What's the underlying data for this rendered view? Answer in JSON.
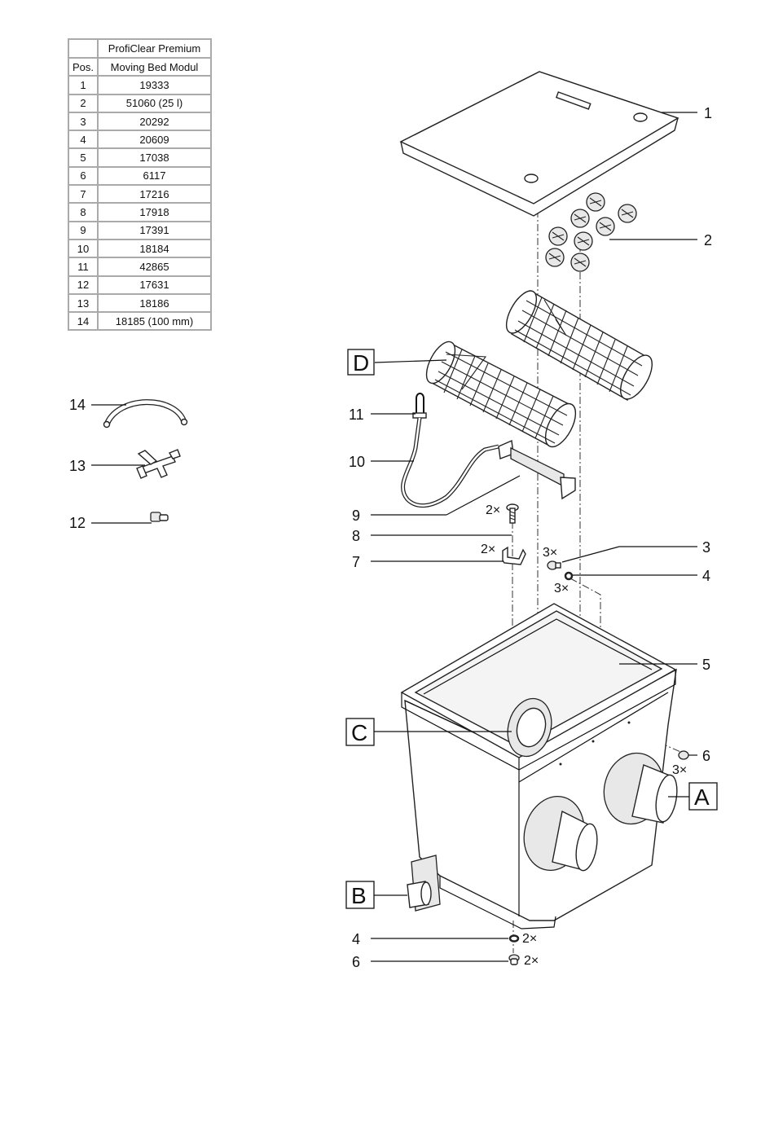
{
  "table": {
    "header": {
      "pos": "Pos.",
      "product_line1": "ProfiClear Premium",
      "product_line2": "Moving Bed Modul"
    },
    "rows": [
      {
        "pos": "1",
        "part": "19333"
      },
      {
        "pos": "2",
        "part": "51060 (25 l)"
      },
      {
        "pos": "3",
        "part": "20292"
      },
      {
        "pos": "4",
        "part": "20609"
      },
      {
        "pos": "5",
        "part": "17038"
      },
      {
        "pos": "6",
        "part": "6117"
      },
      {
        "pos": "7",
        "part": "17216"
      },
      {
        "pos": "8",
        "part": "17918"
      },
      {
        "pos": "9",
        "part": "17391"
      },
      {
        "pos": "10",
        "part": "18184"
      },
      {
        "pos": "11",
        "part": "42865"
      },
      {
        "pos": "12",
        "part": "17631"
      },
      {
        "pos": "13",
        "part": "18186"
      },
      {
        "pos": "14",
        "part": "18185 (100 mm)"
      }
    ]
  },
  "callouts": {
    "n1": "1",
    "n2": "2",
    "n3": "3",
    "n4": "4",
    "n5": "5",
    "n6": "6",
    "n7": "7",
    "n8": "8",
    "n9": "9",
    "n10": "10",
    "n11": "11",
    "n12": "12",
    "n13": "13",
    "n14": "14",
    "n4_bottom": "4",
    "n6_bottom": "6"
  },
  "quantities": {
    "q8": "2×",
    "q7": "2×",
    "q3": "3×",
    "q4": "3×",
    "q6": "3×",
    "q4_bottom": "2×",
    "q6_bottom": "2×"
  },
  "boxes": {
    "A": "A",
    "B": "B",
    "C": "C",
    "D": "D"
  },
  "colors": {
    "line": "#111111",
    "table_border": "#aaaaaa",
    "part_fill": "#ffffff",
    "part_shade": "#e8e8e8"
  }
}
